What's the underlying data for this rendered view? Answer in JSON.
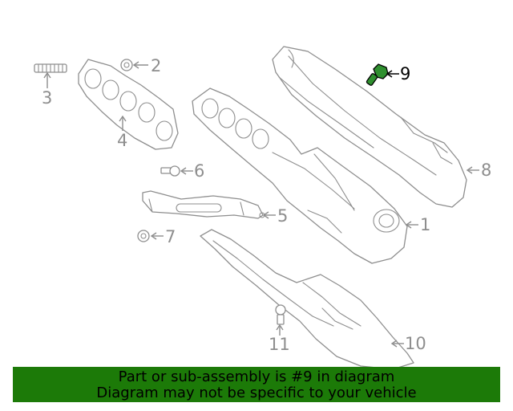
{
  "callouts": {
    "c1": "1",
    "c2": "2",
    "c3": "3",
    "c4": "4",
    "c5": "5",
    "c6": "6",
    "c7": "7",
    "c8": "8",
    "c9": "9",
    "c10": "10",
    "c11": "11"
  },
  "highlighted_part": "9",
  "colors": {
    "banner": "#1c7a08",
    "highlight": "#2f8f2f",
    "line": "#8e8e8e"
  },
  "banner": {
    "line1": "Part or sub-assembly is #9 in diagram",
    "line2": "Diagram may not be specific to your vehicle"
  }
}
